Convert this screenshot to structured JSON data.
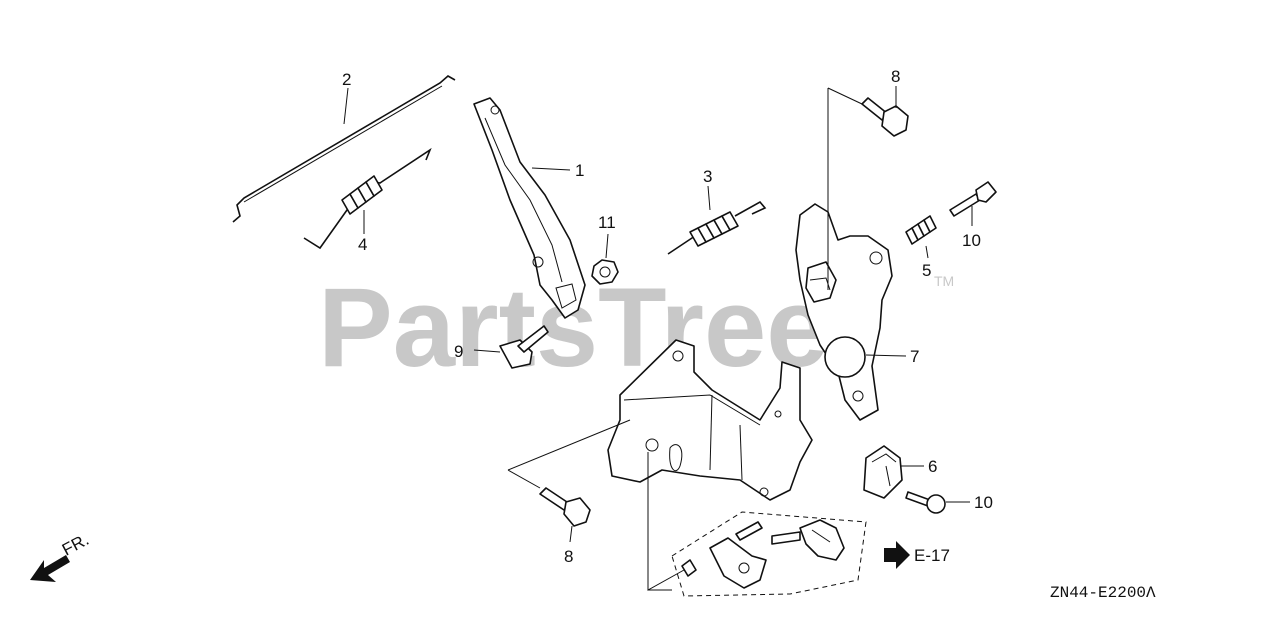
{
  "watermark": {
    "text": "PartsTree",
    "trademark": "TM"
  },
  "callouts": {
    "c1": "1",
    "c2": "2",
    "c3": "3",
    "c4": "4",
    "c5": "5",
    "c6": "6",
    "c7": "7",
    "c8_top": "8",
    "c8_bottom": "8",
    "c9": "9",
    "c10_top": "10",
    "c10_bottom": "10",
    "c11": "11"
  },
  "direction_label": "FR.",
  "reference_label": "E-17",
  "diagram_code": "ZN44-E2200Λ",
  "colors": {
    "line": "#111111",
    "watermark": "#c8c8c8",
    "background": "#ffffff"
  }
}
